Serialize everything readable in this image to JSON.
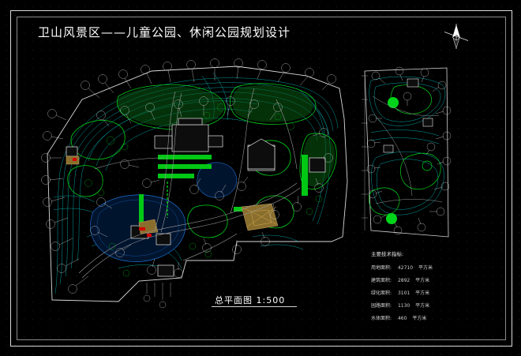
{
  "drawing": {
    "title": "卫山风景区——儿童公园、休闲公园规划设计",
    "plan_label": "总平面图  1:500",
    "north_icon": "north-arrow-icon"
  },
  "index_table": {
    "title": "主要技术指标:",
    "rows": [
      {
        "label": "用地面积:",
        "value": "42710",
        "unit": "平方米"
      },
      {
        "label": "建筑面积:",
        "value": "2892",
        "unit": "平方米"
      },
      {
        "label": "绿化面积:",
        "value": "3101",
        "unit": "平方米"
      },
      {
        "label": "园路面积:",
        "value": "1130",
        "unit": "平方米"
      },
      {
        "label": "水体面积:",
        "value": "460",
        "unit": "平方米"
      }
    ]
  },
  "colors": {
    "background": "#000000",
    "frame": "#d8d8d8",
    "contour": "#00c2c2",
    "green": "#00d41a",
    "building": "#d8d8d8",
    "water": "#0064ff",
    "paving": "#b99a58",
    "accent_red": "#d40000",
    "text": "#ffffff"
  },
  "callouts": {
    "count_left": 46,
    "count_right": 18,
    "note": "圆形编号引出标注"
  },
  "chart_data": {
    "type": "table",
    "title": "主要技术指标:",
    "categories": [
      "用地面积",
      "建筑面积",
      "绿化面积",
      "园路面积",
      "水体面积"
    ],
    "values": [
      42710,
      2892,
      3101,
      1130,
      460
    ],
    "unit": "平方米"
  }
}
